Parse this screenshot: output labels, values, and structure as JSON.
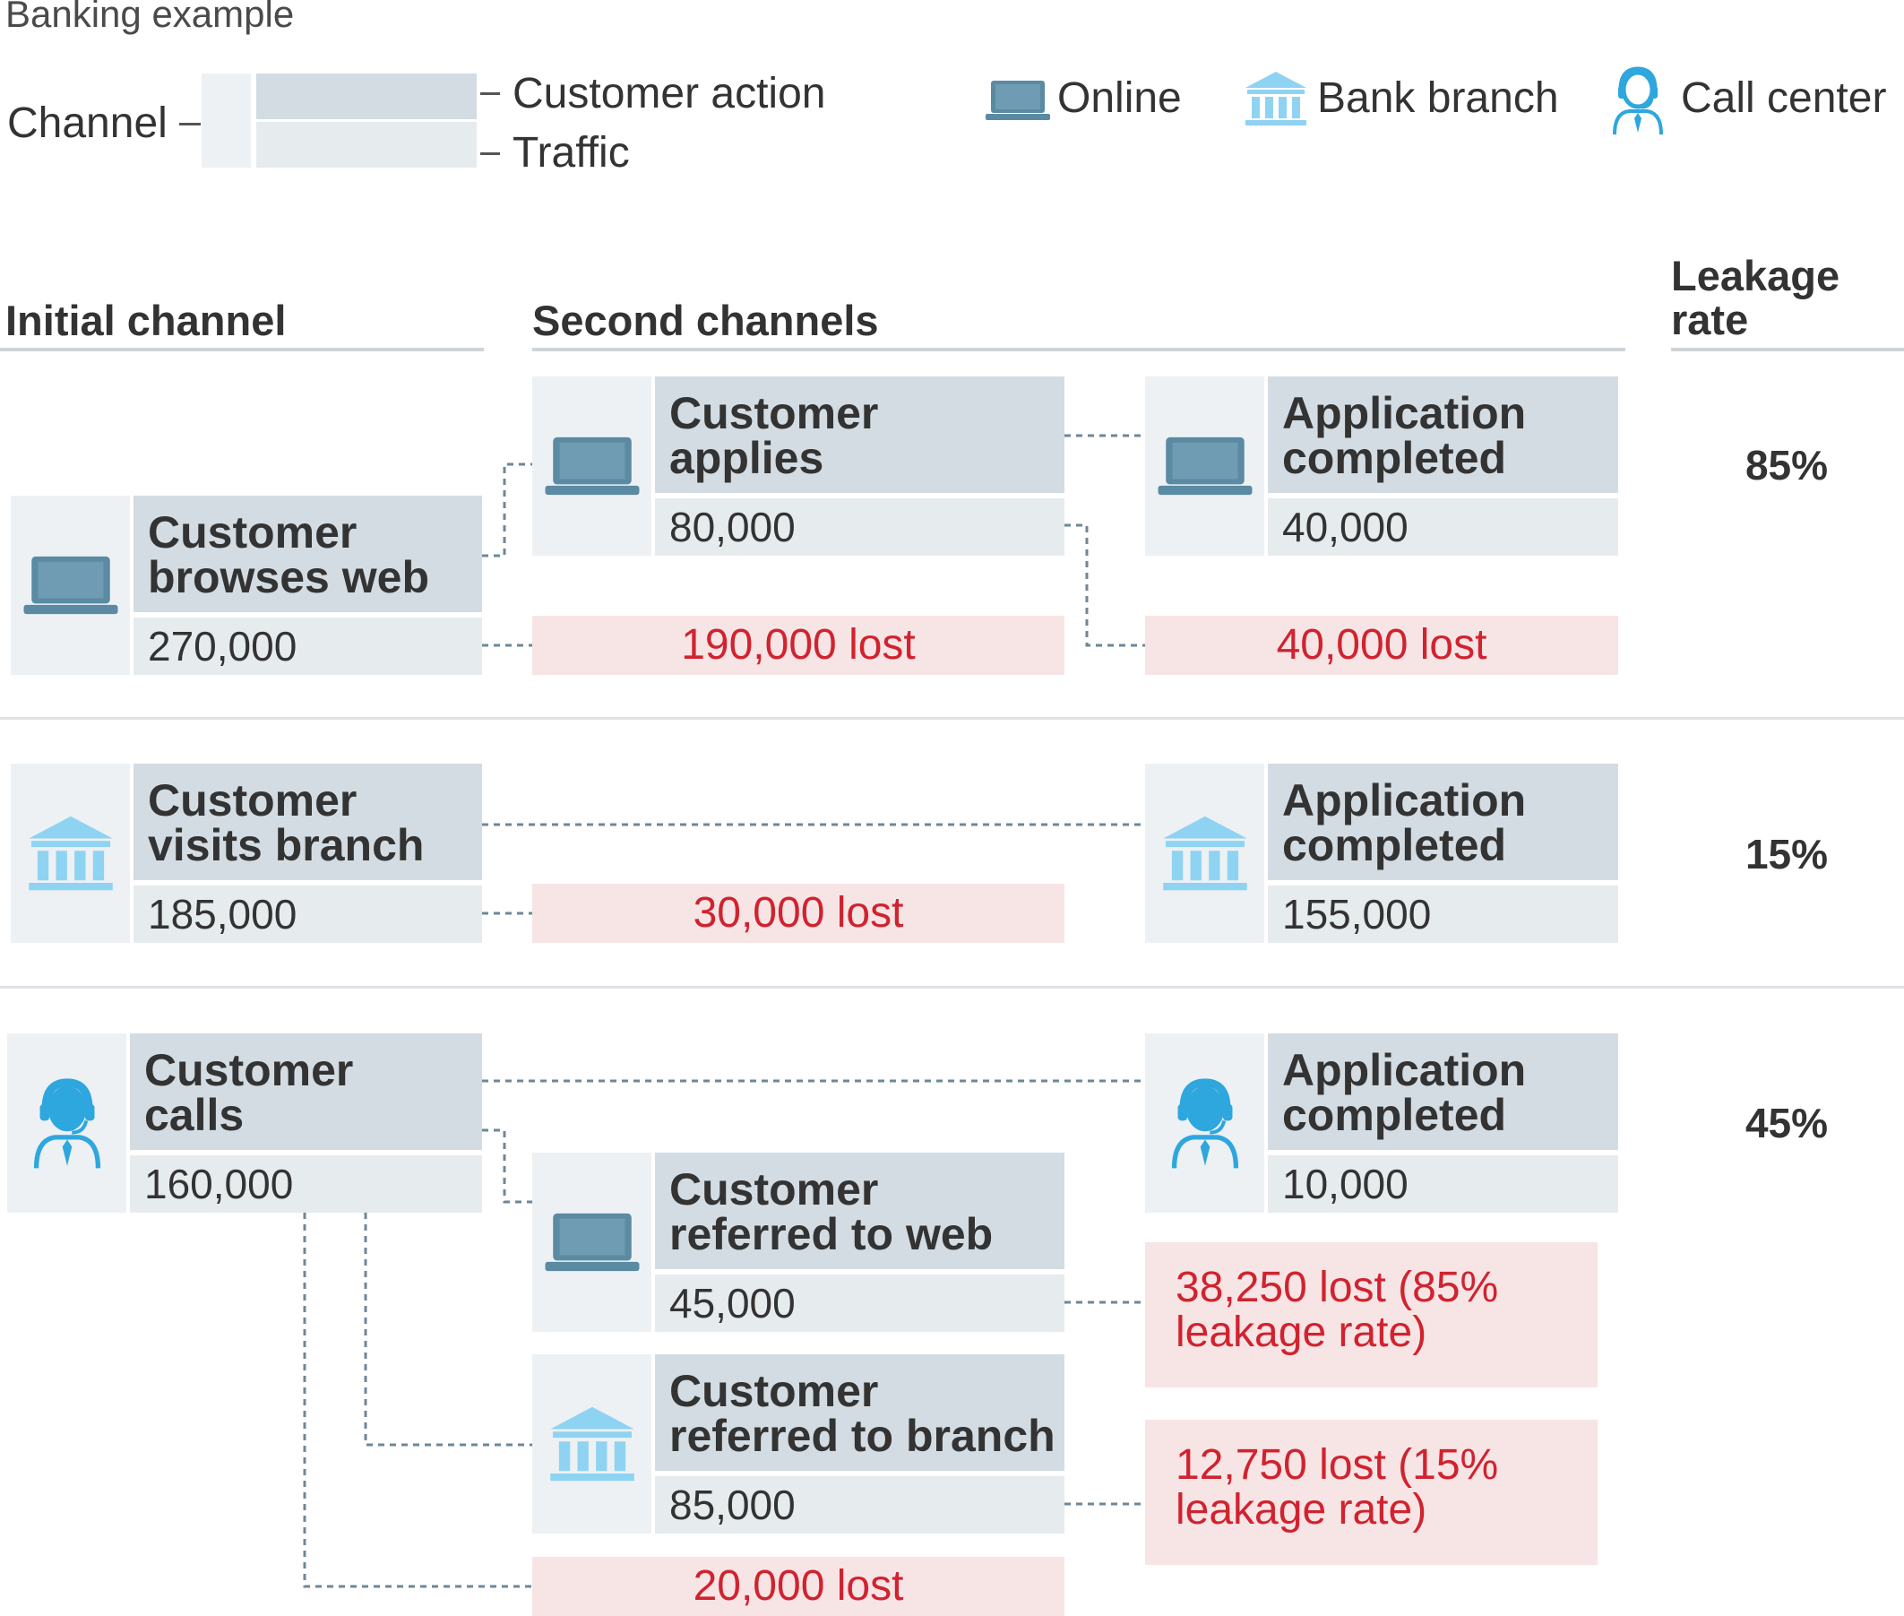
{
  "title": "Banking example",
  "legend": {
    "channel_label": "Channel",
    "customer_action_label": "Customer action",
    "traffic_label": "Traffic",
    "online_label": "Online",
    "branch_label": "Bank branch",
    "call_center_label": "Call center"
  },
  "headers": {
    "initial": "Initial channel",
    "second": "Second channels",
    "leakage_line1": "Leakage",
    "leakage_line2": "rate"
  },
  "rows": {
    "web": {
      "initial": {
        "action_l1": "Customer",
        "action_l2": "browses web",
        "traffic": "270,000",
        "icon": "laptop-icon"
      },
      "lost1": "190,000 lost",
      "applies": {
        "action_l1": "Customer",
        "action_l2": "applies",
        "traffic": "80,000",
        "icon": "laptop-icon"
      },
      "completed": {
        "action_l1": "Application",
        "action_l2": "completed",
        "traffic": "40,000",
        "icon": "laptop-icon"
      },
      "lost2": "40,000 lost",
      "rate": "85%"
    },
    "branch": {
      "initial": {
        "action_l1": "Customer",
        "action_l2": "visits branch",
        "traffic": "185,000",
        "icon": "bank-icon"
      },
      "lost1": "30,000 lost",
      "completed": {
        "action_l1": "Application",
        "action_l2": "completed",
        "traffic": "155,000",
        "icon": "bank-icon"
      },
      "rate": "15%"
    },
    "call": {
      "initial": {
        "action_l1": "Customer",
        "action_l2": "calls",
        "traffic": "160,000",
        "icon": "headset-agent-icon"
      },
      "completed": {
        "action_l1": "Application",
        "action_l2": "completed",
        "traffic": "10,000",
        "icon": "headset-agent-icon"
      },
      "to_web": {
        "action_l1": "Customer",
        "action_l2": "referred to web",
        "traffic": "45,000",
        "icon": "laptop-icon"
      },
      "to_branch": {
        "action_l1": "Customer",
        "action_l2": "referred to branch",
        "traffic": "85,000",
        "icon": "bank-icon"
      },
      "lost_web_l1": "38,250 lost (85%",
      "lost_web_l2": "leakage rate)",
      "lost_branch_l1": "12,750 lost (15%",
      "lost_branch_l2": "leakage rate)",
      "lost_call": "20,000 lost",
      "rate": "45%"
    }
  },
  "colors": {
    "online_icon": "#5b8aa3",
    "branch_icon": "#8fd3f2",
    "call_icon": "#2ea6de",
    "lost_text": "#d0232f",
    "lost_bg": "#f7e4e5"
  }
}
